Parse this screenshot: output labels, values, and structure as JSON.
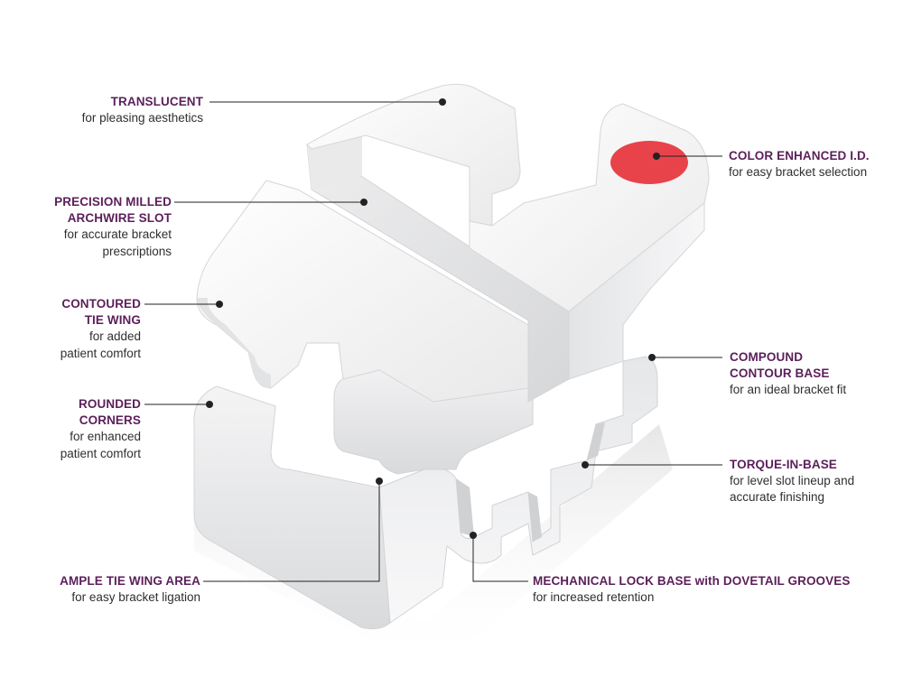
{
  "callouts": {
    "translucent": {
      "title": "TRANSLUCENT",
      "sub": "for pleasing aesthetics"
    },
    "slot": {
      "title_1": "PRECISION MILLED",
      "title_2": "ARCHWIRE SLOT",
      "sub_1": "for accurate bracket",
      "sub_2": "prescriptions"
    },
    "tiewing": {
      "title_1": "CONTOURED",
      "title_2": "TIE WING",
      "sub_1": "for added",
      "sub_2": "patient comfort"
    },
    "corners": {
      "title_1": "ROUNDED",
      "title_2": "CORNERS",
      "sub_1": "for enhanced",
      "sub_2": "patient comfort"
    },
    "ample": {
      "title": "AMPLE TIE WING AREA",
      "sub": "for easy bracket ligation"
    },
    "color_id": {
      "title": "COLOR ENHANCED I.D.",
      "sub": "for easy bracket selection"
    },
    "compound": {
      "title_1": "COMPOUND",
      "title_2": "CONTOUR BASE",
      "sub": "for an ideal bracket fit"
    },
    "torque": {
      "title": "TORQUE-IN-BASE",
      "sub_1": "for level slot lineup and",
      "sub_2": "accurate finishing"
    },
    "lock": {
      "title": "MECHANICAL LOCK BASE with DOVETAIL GROOVES",
      "sub": "for increased retention"
    }
  },
  "colors": {
    "title_purple": "#5b1f5a",
    "id_dot_red": "#e8434a",
    "leader_line": "#222222"
  }
}
